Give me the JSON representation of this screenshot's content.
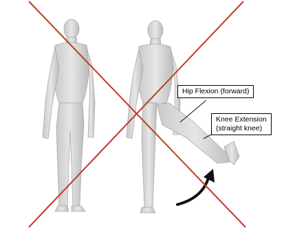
{
  "labels": {
    "hip_flexion": "Hip Flexion (forward)",
    "knee_extension_line1": "Knee Extension",
    "knee_extension_line2": "(straight knee)"
  },
  "colors": {
    "cross": "#c0392b",
    "figure": "#d9d9d9",
    "figure_shadow": "#bdbdbd",
    "arrow": "#111111"
  },
  "icons": {
    "cross": "x-mark-icon",
    "motion_arrow": "curved-arrow-icon"
  }
}
